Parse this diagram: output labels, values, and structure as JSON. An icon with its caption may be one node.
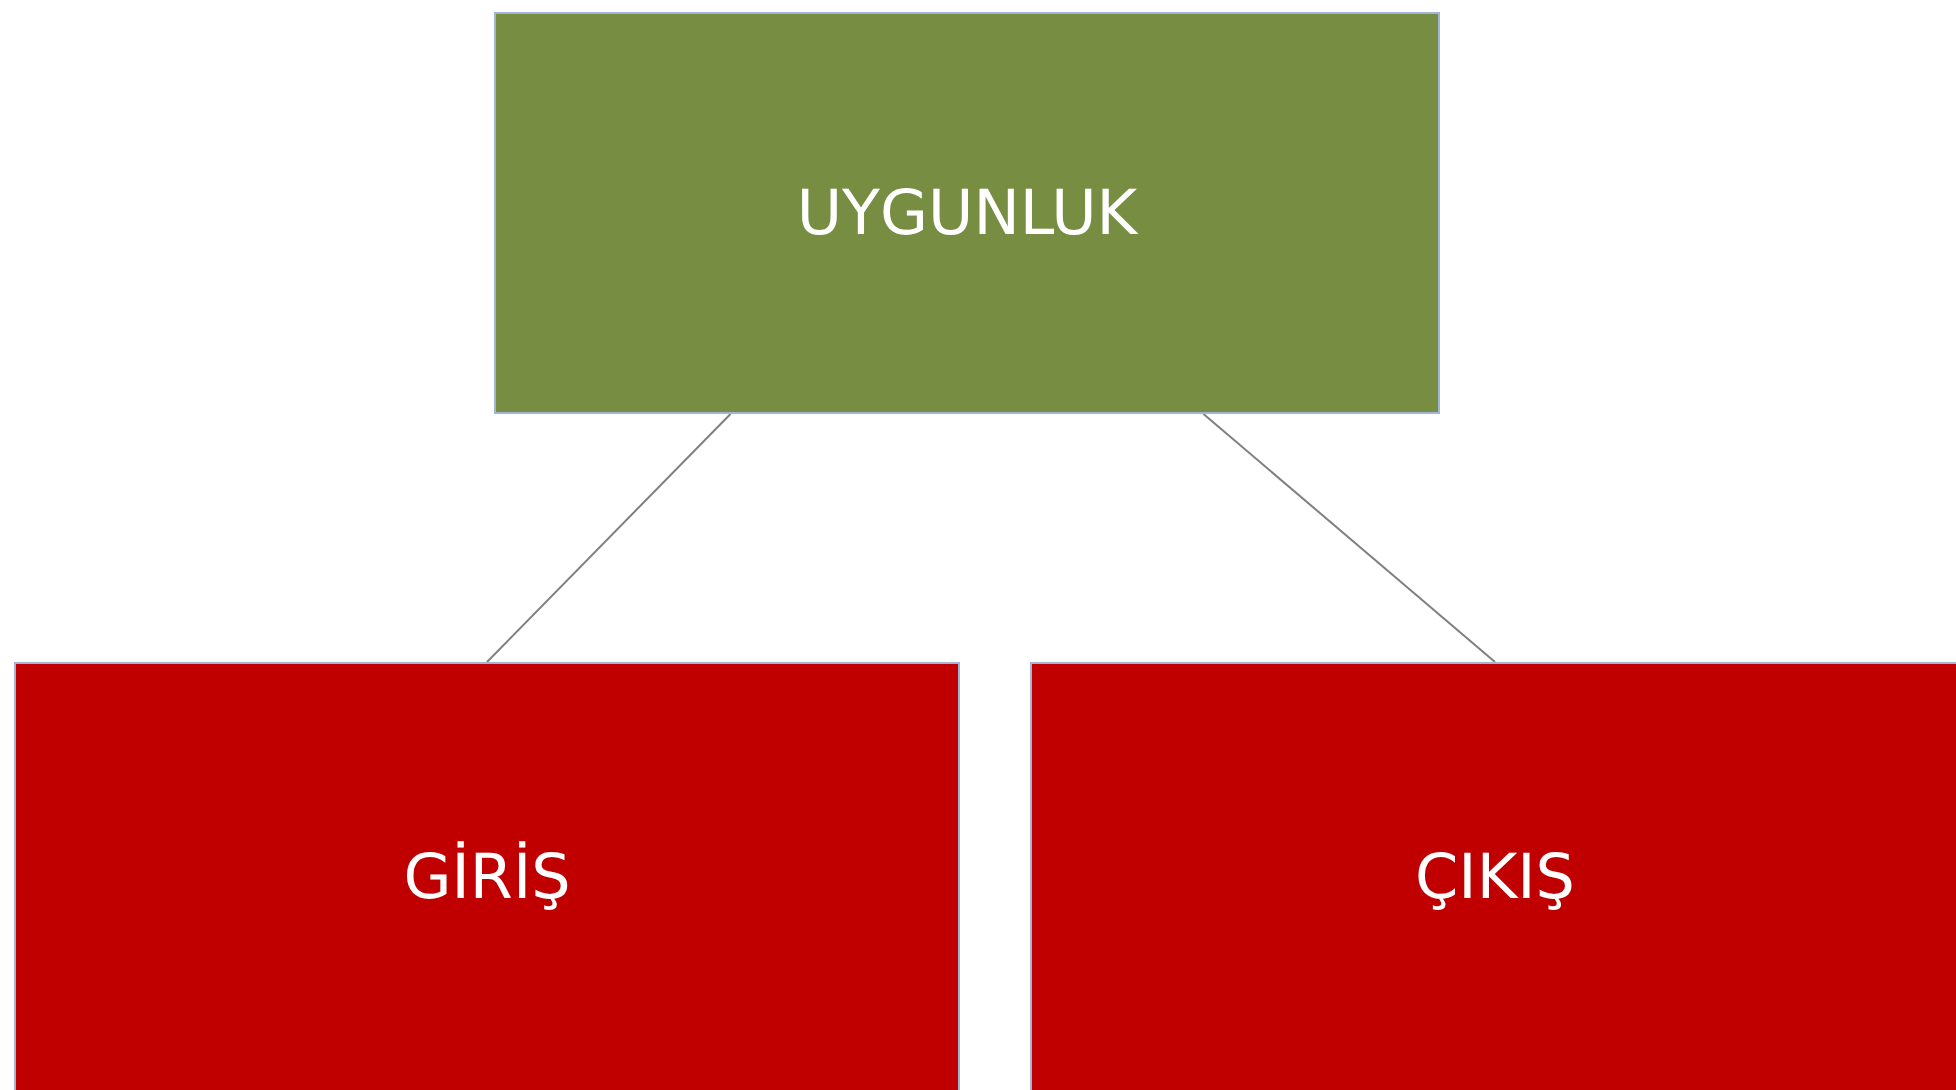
{
  "diagram": {
    "nodes": [
      {
        "text": [
          "UYGUNLUK"
        ]
      },
      {
        "text": [
          "GİRİŞ"
        ]
      },
      {
        "text": [
          "ÇIKIŞ"
        ]
      }
    ],
    "edges": [
      {
        "from": 0,
        "to": 1,
        "arrow": "none"
      },
      {
        "from": 0,
        "to": 2,
        "arrow": "none"
      }
    ]
  }
}
